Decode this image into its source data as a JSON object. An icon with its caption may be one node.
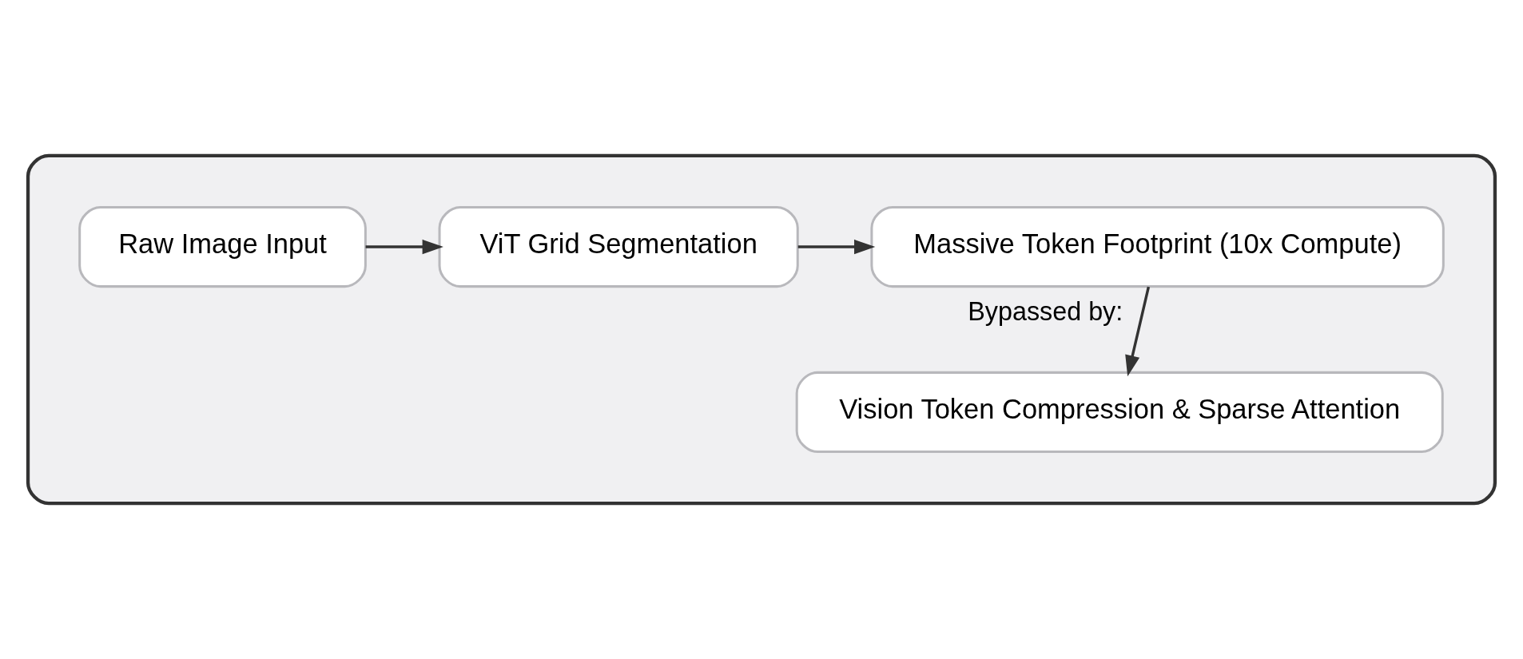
{
  "diagram": {
    "nodes": [
      {
        "text": [],
        "shape": "box"
      },
      {
        "text": [
          "Raw Image Input"
        ],
        "in": 0
      },
      {
        "text": [
          "ViT Grid Segmentation"
        ],
        "in": 0
      },
      {
        "text": [
          "Massive Token Footprint (10x Compute)"
        ],
        "in": 0
      },
      {
        "text": [
          "Vision Token Compression & Sparse Attention"
        ],
        "in": 0
      }
    ],
    "edges": [
      {
        "from": 1,
        "to": 2,
        "arrow": "to"
      },
      {
        "from": 2,
        "to": 3,
        "arrow": "to"
      },
      {
        "from": 3,
        "to": 4,
        "arrow": "to",
        "label": "Bypassed by:"
      }
    ]
  }
}
